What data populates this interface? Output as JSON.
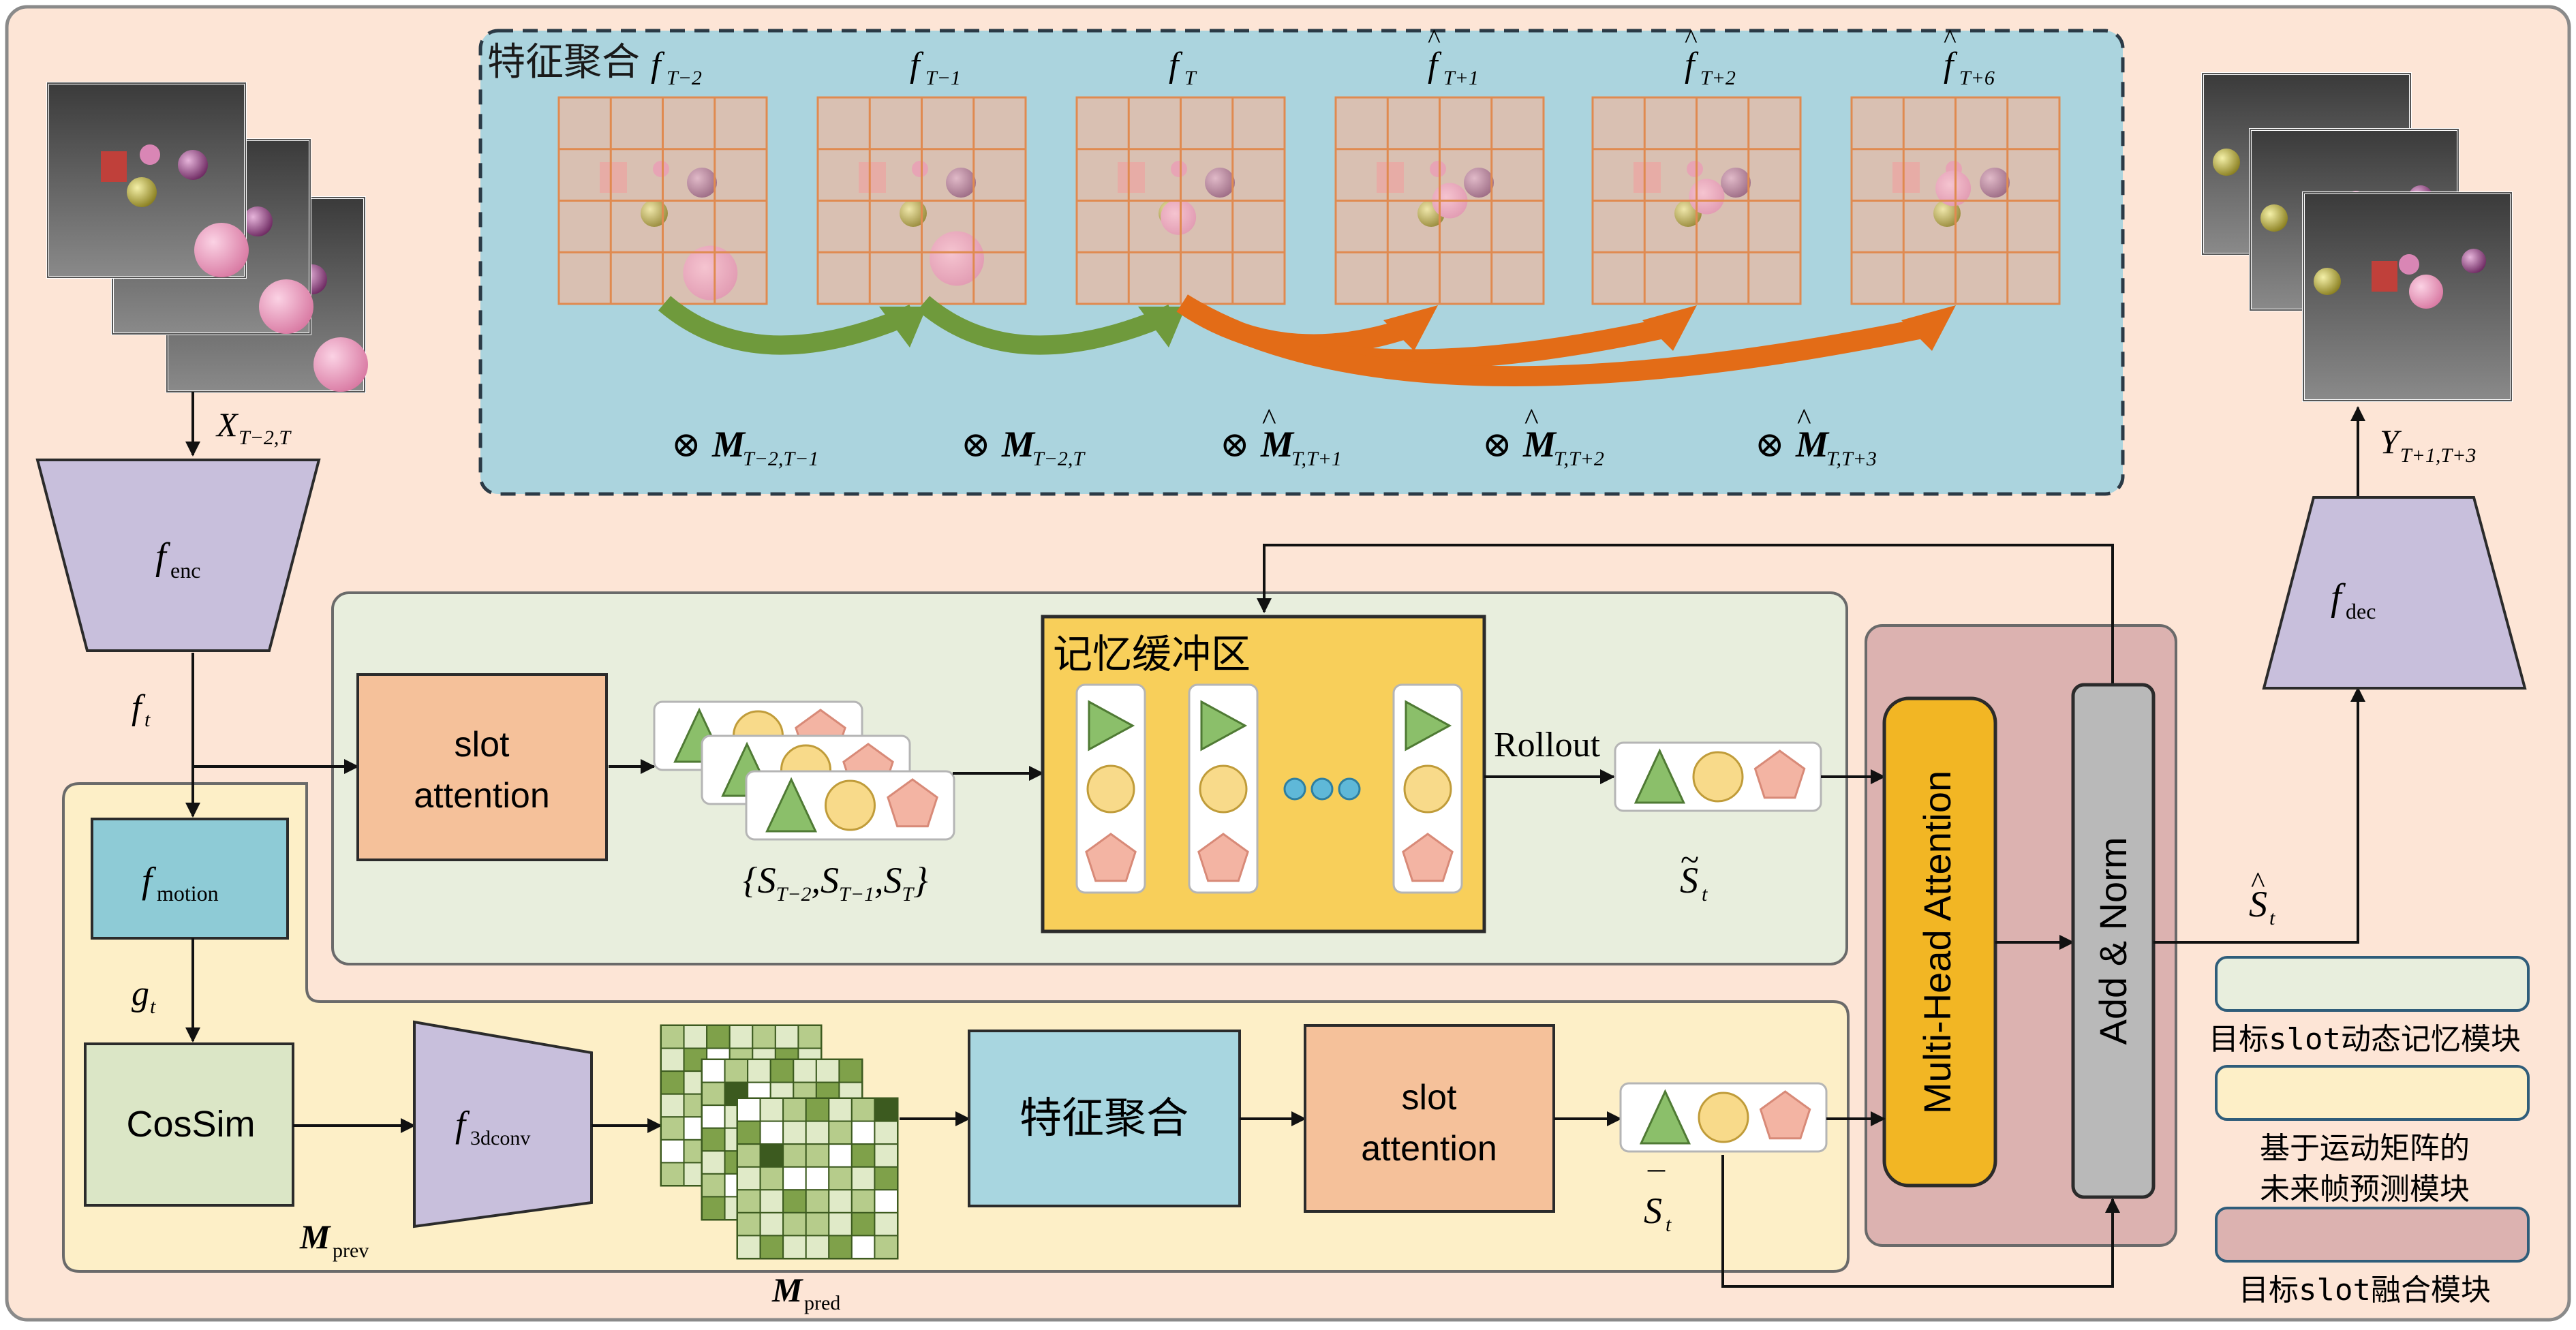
{
  "colors": {
    "outer_bg": "#fde5d6",
    "feature_panel": "#abd4de",
    "memory_panel": "#e8eedd",
    "motion_panel": "#fdefc7",
    "fusion_panel": "#dcb2b0",
    "encoder": "#c8bfdc",
    "slot_attention": "#f5c19a",
    "motion_box": "#8ecbd6",
    "cossim_box": "#dbe6c6",
    "agg_box": "#a8d6e0",
    "buffer": "#f8cf5a",
    "mha": "#f2b624",
    "addnorm": "#b9b9b9",
    "green_arrow": "#6f9a3c",
    "orange_arrow": "#e36c17",
    "slot_green": "#8bbf6a",
    "slot_yellow": "#f8da8a",
    "slot_pink": "#f3b4a3"
  },
  "feature_panel": {
    "title": "特征聚合",
    "frames": [
      {
        "base": "f",
        "sub": "T−2",
        "hat": false
      },
      {
        "base": "f",
        "sub": "T−1",
        "hat": false
      },
      {
        "base": "f",
        "sub": "T",
        "hat": false
      },
      {
        "base": "f",
        "sub": "T+1",
        "hat": true
      },
      {
        "base": "f",
        "sub": "T+2",
        "hat": true
      },
      {
        "base": "f",
        "sub": "T+6",
        "hat": true
      }
    ],
    "ops": [
      {
        "sym": "⊗",
        "base": "M",
        "sub": "T−2,T−1",
        "hat": false
      },
      {
        "sym": "⊗",
        "base": "M",
        "sub": "T−2,T",
        "hat": false
      },
      {
        "sym": "⊗",
        "base": "M",
        "sub": "T,T+1",
        "hat": true
      },
      {
        "sym": "⊗",
        "base": "M",
        "sub": "T,T+2",
        "hat": true
      },
      {
        "sym": "⊗",
        "base": "M",
        "sub": "T,T+3",
        "hat": true
      }
    ]
  },
  "input": {
    "base": "X",
    "sub": "T−2,T"
  },
  "output": {
    "base": "Y",
    "sub": "T+1,T+3"
  },
  "encoder": {
    "base": "f",
    "sub": "enc"
  },
  "decoder": {
    "base": "f",
    "sub": "dec"
  },
  "ft_label": {
    "base": "f",
    "sub": "t"
  },
  "gt_label": {
    "base": "g",
    "sub": "t"
  },
  "motion": {
    "base": "f",
    "sub": "motion"
  },
  "cossim": "CosSim",
  "mprev": {
    "base": "M",
    "sub": "prev"
  },
  "conv3d": {
    "base": "f",
    "sub": "3dconv"
  },
  "mpred": {
    "base": "M",
    "sub": "pred"
  },
  "agg_box": "特征聚合",
  "slot_attention_top": [
    "slot",
    "attention"
  ],
  "slot_attention_bottom": [
    "slot",
    "attention"
  ],
  "slot_set": "{S",
  "slot_set_label": {
    "s1": "T−2",
    "s2": "T−1",
    "s3": "T"
  },
  "buffer_title": "记忆缓冲区",
  "rollout": "Rollout",
  "s_tilde": {
    "base": "S",
    "sub": "t"
  },
  "s_bar": {
    "base": "S",
    "sub": "t"
  },
  "s_hat": {
    "base": "S",
    "sub": "t"
  },
  "mha": "Multi-Head Attention",
  "addnorm": "Add & Norm",
  "legend": [
    {
      "label": "目标slot动态记忆模块",
      "color": "#e8eedd"
    },
    {
      "label": "基于运动矩阵的\n未来帧预测模块",
      "color": "#fdefc7"
    },
    {
      "label": "目标slot融合模块",
      "color": "#dcb2b0"
    }
  ],
  "heatmap_grid": [
    [
      2,
      1,
      3,
      1,
      2,
      1,
      2
    ],
    [
      1,
      3,
      0,
      2,
      1,
      3,
      1
    ],
    [
      3,
      1,
      2,
      4,
      0,
      1,
      2
    ],
    [
      1,
      2,
      0,
      1,
      3,
      0,
      1
    ],
    [
      2,
      0,
      3,
      1,
      2,
      4,
      2
    ],
    [
      0,
      2,
      1,
      3,
      1,
      2,
      0
    ],
    [
      2,
      1,
      2,
      0,
      2,
      1,
      3
    ]
  ]
}
